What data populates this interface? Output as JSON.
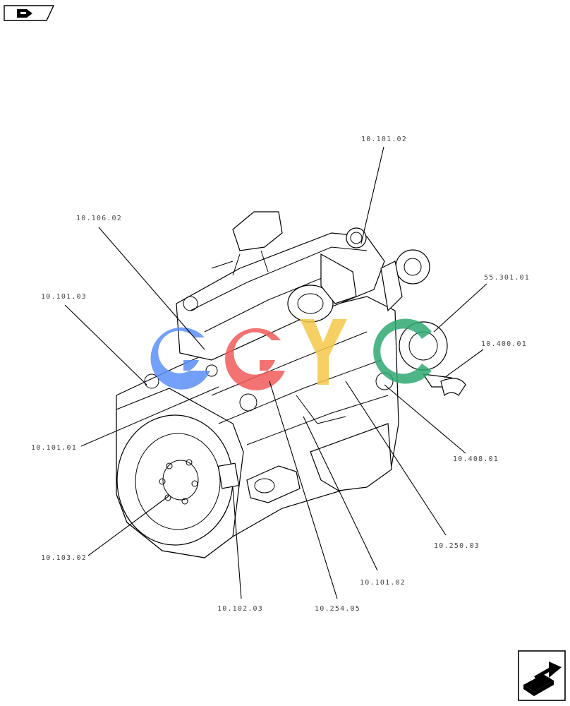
{
  "labels": {
    "top_10_101_02": "10.101.02",
    "l_10_106_02": "10.106.02",
    "l_10_101_03": "10.101.03",
    "r_55_301_01": "55.301.01",
    "r_10_400_01": "10.400.01",
    "l_10_101_01": "10.101.01",
    "r_10_408_01": "10.408.01",
    "l_10_103_02": "10.103.02",
    "b_10_250_03": "10.250.03",
    "b_10_101_02": "10.101.02",
    "b_10_102_03": "10.102.03",
    "b_10_254_05": "10.254.05"
  },
  "watermark": {
    "colors": [
      "#5b8ff9",
      "#f25b5b",
      "#f5c84a",
      "#2fa872"
    ]
  },
  "icons": {
    "top_left": "page-back-icon",
    "bottom_right": "page-forward-icon"
  }
}
